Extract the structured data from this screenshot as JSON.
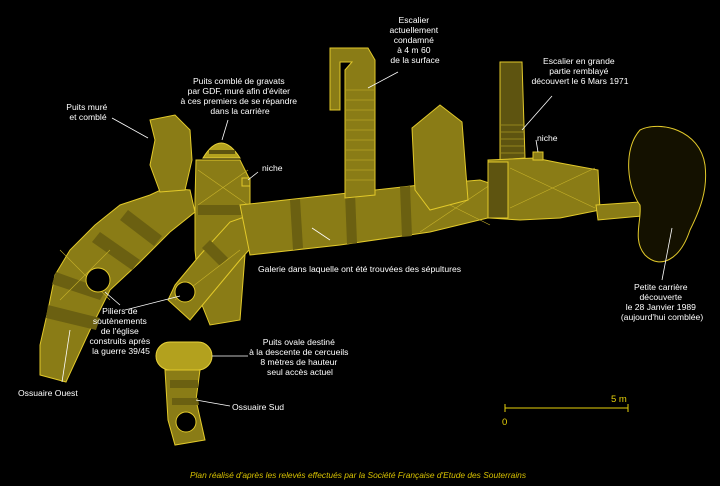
{
  "labels": {
    "escalier_condamne": [
      "Escalier",
      "actuellement",
      "condamné",
      "à 4 m 60",
      "de la surface"
    ],
    "escalier_remblaye": [
      "Escalier en grande",
      "partie remblayé",
      "découvert le 6 Mars 1971"
    ],
    "puits_comble_gravats": [
      "Puits comblé de gravats",
      "par GDF, muré afin d'éviter",
      "à ces premiers de se répandre",
      "dans la carrière"
    ],
    "puits_mure": [
      "Puits muré",
      "et comblé"
    ],
    "niche_left": "niche",
    "niche_right": "niche",
    "galerie": "Galerie dans laquelle ont été trouvées des sépultures",
    "petite_carriere": [
      "Petite carrière",
      "découverte",
      "le 28 Janvier 1989",
      "(aujourd'hui comblée)"
    ],
    "piliers": [
      "Piliers de",
      "soutènements",
      "de l'église",
      "construits après",
      "la guerre 39/45"
    ],
    "puits_ovale": [
      "Puits ovale destiné",
      "à la descente de cercueils",
      "8 mètres de hauteur",
      "seul accès actuel"
    ],
    "ossuaire_ouest": "Ossuaire Ouest",
    "ossuaire_sud": "Ossuaire Sud"
  },
  "scale": {
    "zero": "0",
    "five": "5 m"
  },
  "footer": "Plan réalisé d'après les relevés effectués par la Société Française d'Etude des Souterrains",
  "colors": {
    "background": "#000000",
    "gallery_fill": "#8a7c16",
    "outline": "#e2c92a",
    "text": "#ffffff",
    "footer": "#d8c200"
  }
}
